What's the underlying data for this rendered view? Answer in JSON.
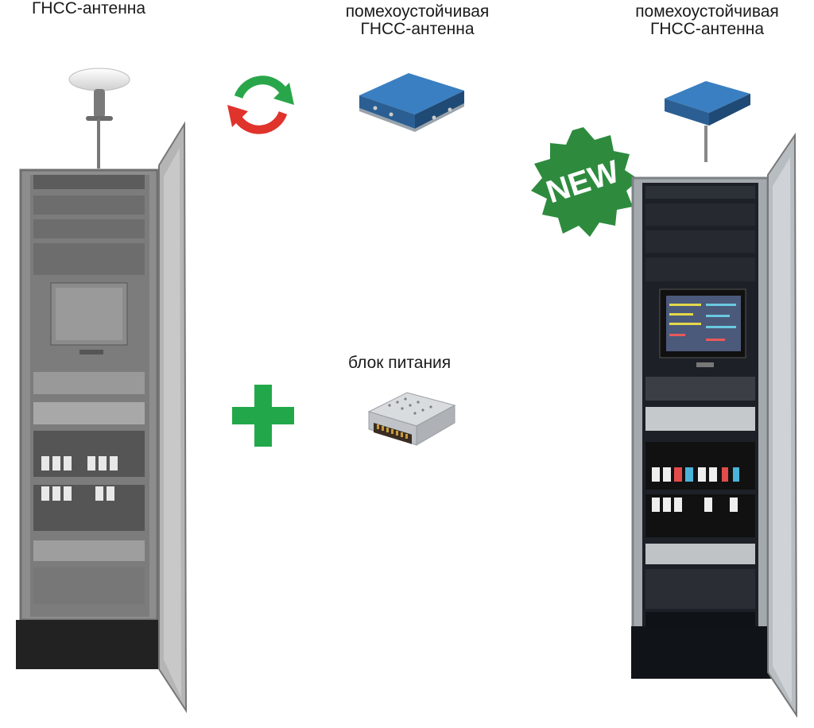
{
  "labels": {
    "gnss_antenna": "ГНСС-антенна",
    "interference_line1": "помехоустойчивая",
    "interference_line2": "ГНСС-антенна",
    "interference_right_line1": "помехоустойчивая",
    "interference_right_line2": "ГНСС-антенна",
    "power_supply": "блок питания"
  },
  "badge": {
    "text": "NEW",
    "color": "#2e8b3e"
  },
  "colors": {
    "plus": "#22a84a",
    "arrow_green": "#2aa64a",
    "arrow_red": "#e0332c",
    "antenna_blue": "#3a7fc1",
    "cabinet_old": "#8d8d8d",
    "cabinet_new": "#2a2f36"
  },
  "icons": {
    "swap": "swap-arrows-icon",
    "plus": "plus-icon",
    "badge": "new-badge-icon"
  }
}
